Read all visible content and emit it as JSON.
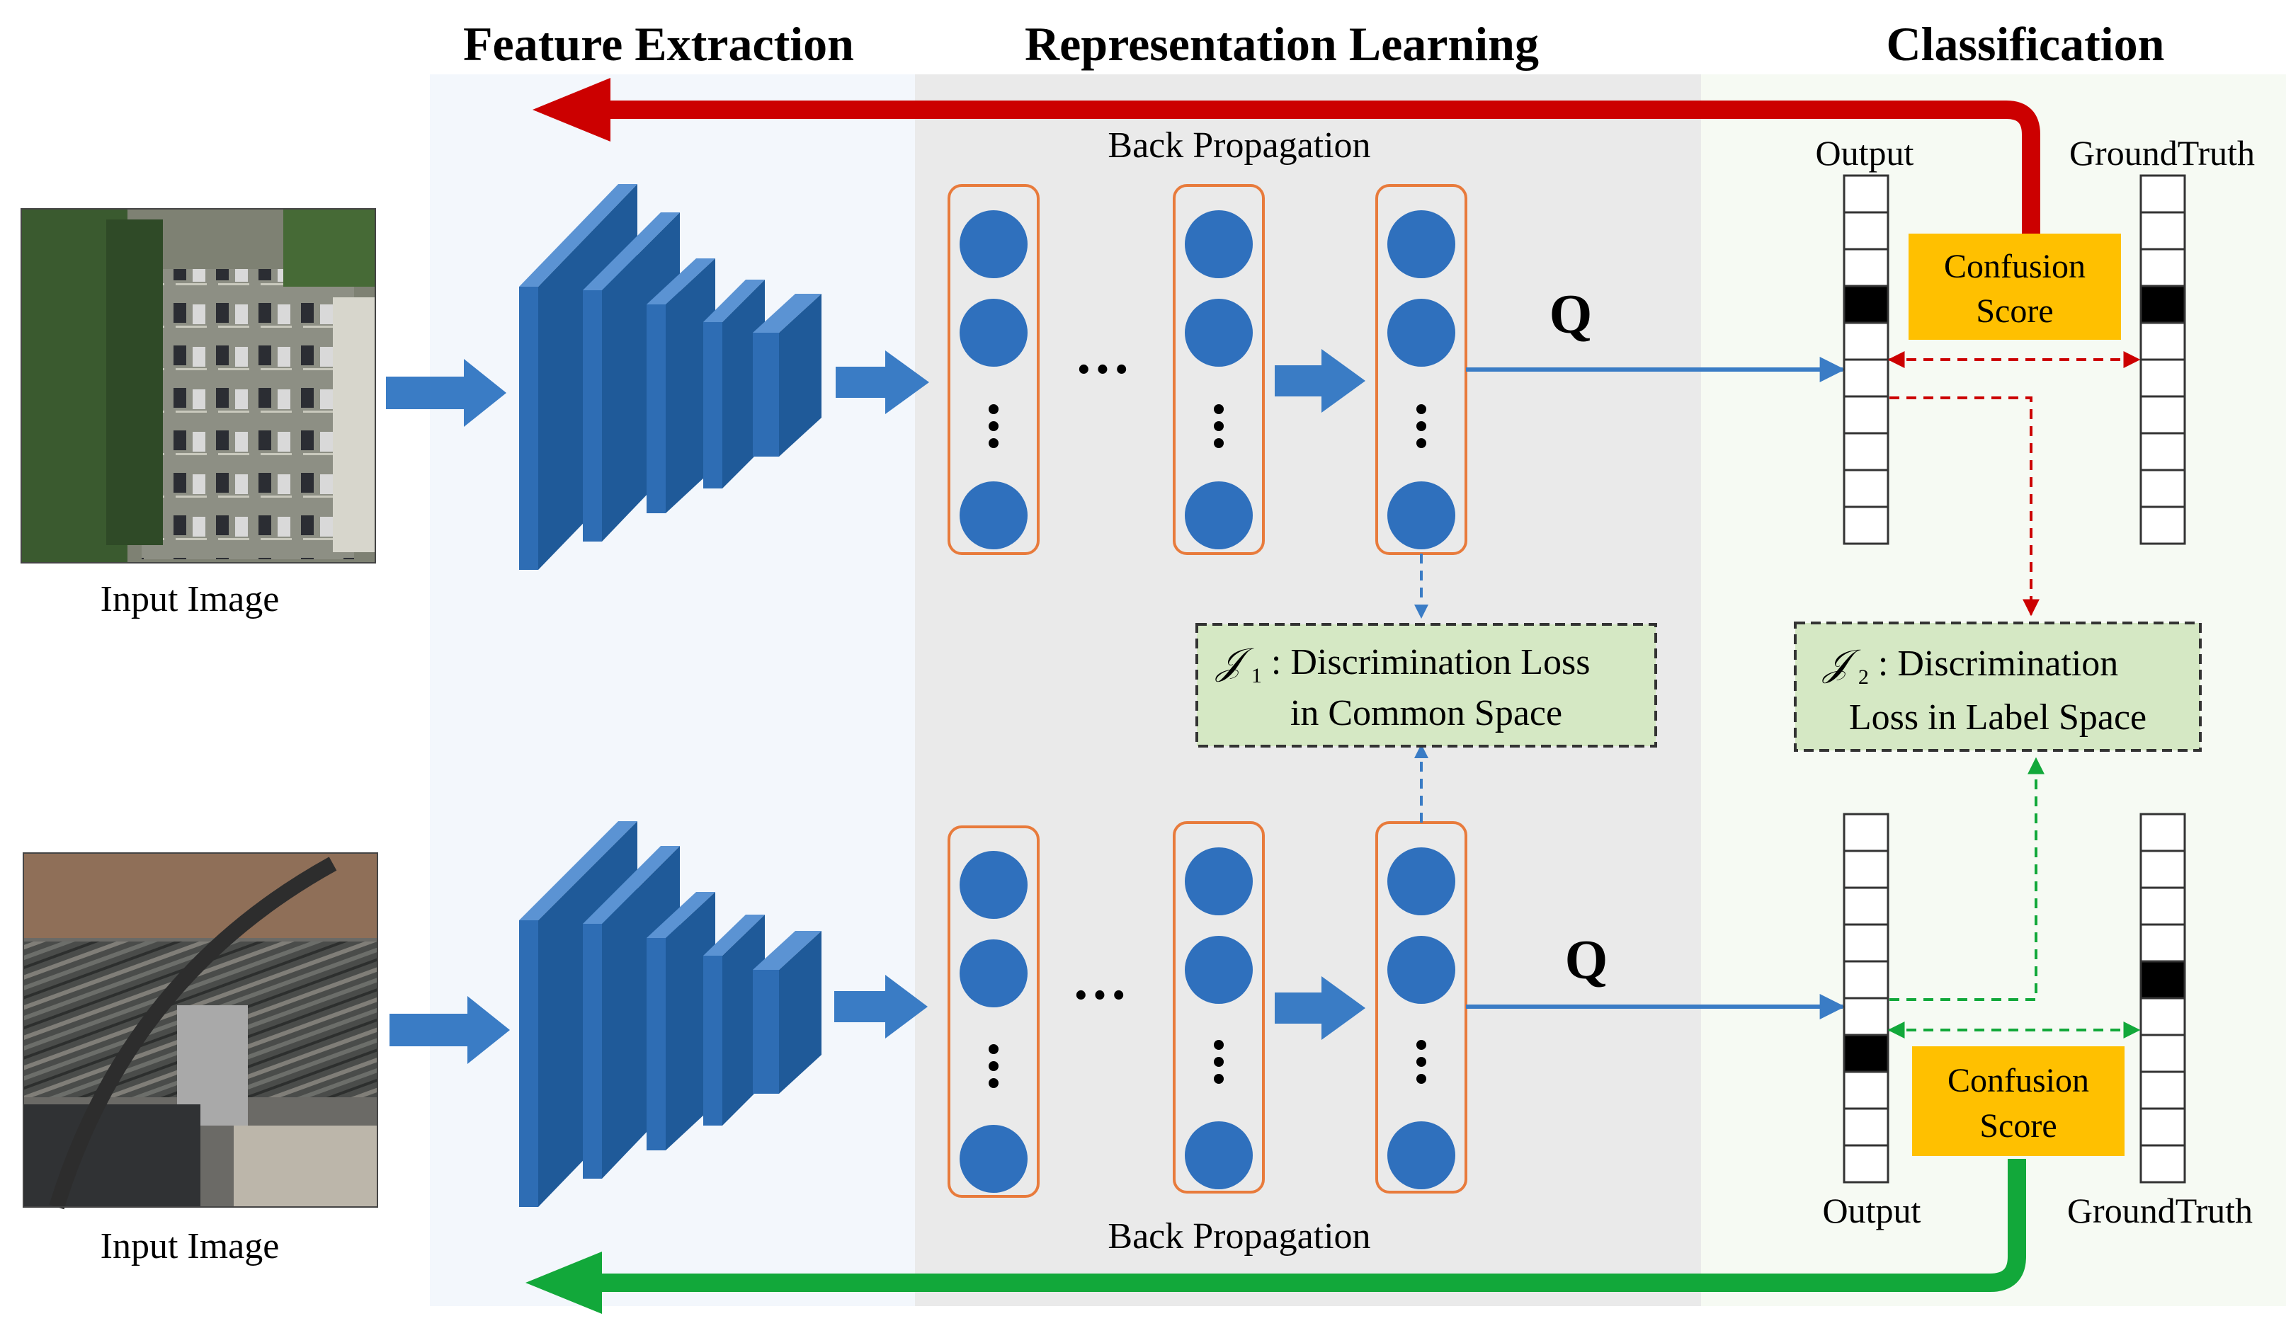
{
  "headers": {
    "feature_extraction": "Feature Extraction",
    "representation_learning": "Representation Learning",
    "classification": "Classification"
  },
  "top": {
    "input_label": "Input Image",
    "backprop_label": "Back Propagation",
    "q_label": "Q",
    "output_label": "Output",
    "groundtruth_label": "GroundTruth",
    "confusion_line1": "Confusion",
    "confusion_line2": "Score"
  },
  "bottom": {
    "input_label": "Input Image",
    "backprop_label": "Back Propagation",
    "q_label": "Q",
    "output_label": "Output",
    "groundtruth_label": "GroundTruth",
    "confusion_line1": "Confusion",
    "confusion_line2": "Score"
  },
  "loss1": {
    "symbol": "𝒥",
    "subscript": "1",
    "line1": ": Discrimination Loss",
    "line2": "in Common Space"
  },
  "loss2": {
    "symbol": "𝒥",
    "subscript": "2",
    "line1": " :  Discrimination",
    "line2": "Loss in Label Space"
  },
  "ellipsis": "···",
  "colors": {
    "cnn_blue": "#2e6db4",
    "arrow_blue": "#3a7cc5",
    "neuron_blue": "#2f70bd",
    "orange_border": "#e87b3c",
    "red": "#cc0000",
    "green": "#12a83a",
    "confusion_fill": "#ffc000",
    "loss_fill": "#d5e8c4",
    "feature_bg": "#f3f7fc",
    "repr_bg": "#eaeaea",
    "class_bg": "#f6faf3"
  }
}
